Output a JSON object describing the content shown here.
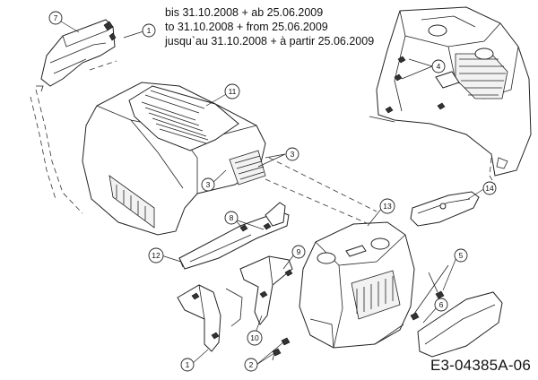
{
  "notes": [
    "bis 31.10.2008 + ab 25.06.2009",
    "to 31.10.2008 + from 25.06.2009",
    "jusqu`au 31.10.2008 + à partir 25.06.2009"
  ],
  "doc_code": "E3-04385A-06",
  "callouts": {
    "c7": "7",
    "c1_top": "1",
    "c11": "11",
    "c3_a": "3",
    "c3_b": "3",
    "c4": "4",
    "c14": "14",
    "c13": "13",
    "c8": "8",
    "c9": "9",
    "c12": "12",
    "c5": "5",
    "c6": "6",
    "c10": "10",
    "c1_bottom": "1",
    "c2": "2"
  }
}
